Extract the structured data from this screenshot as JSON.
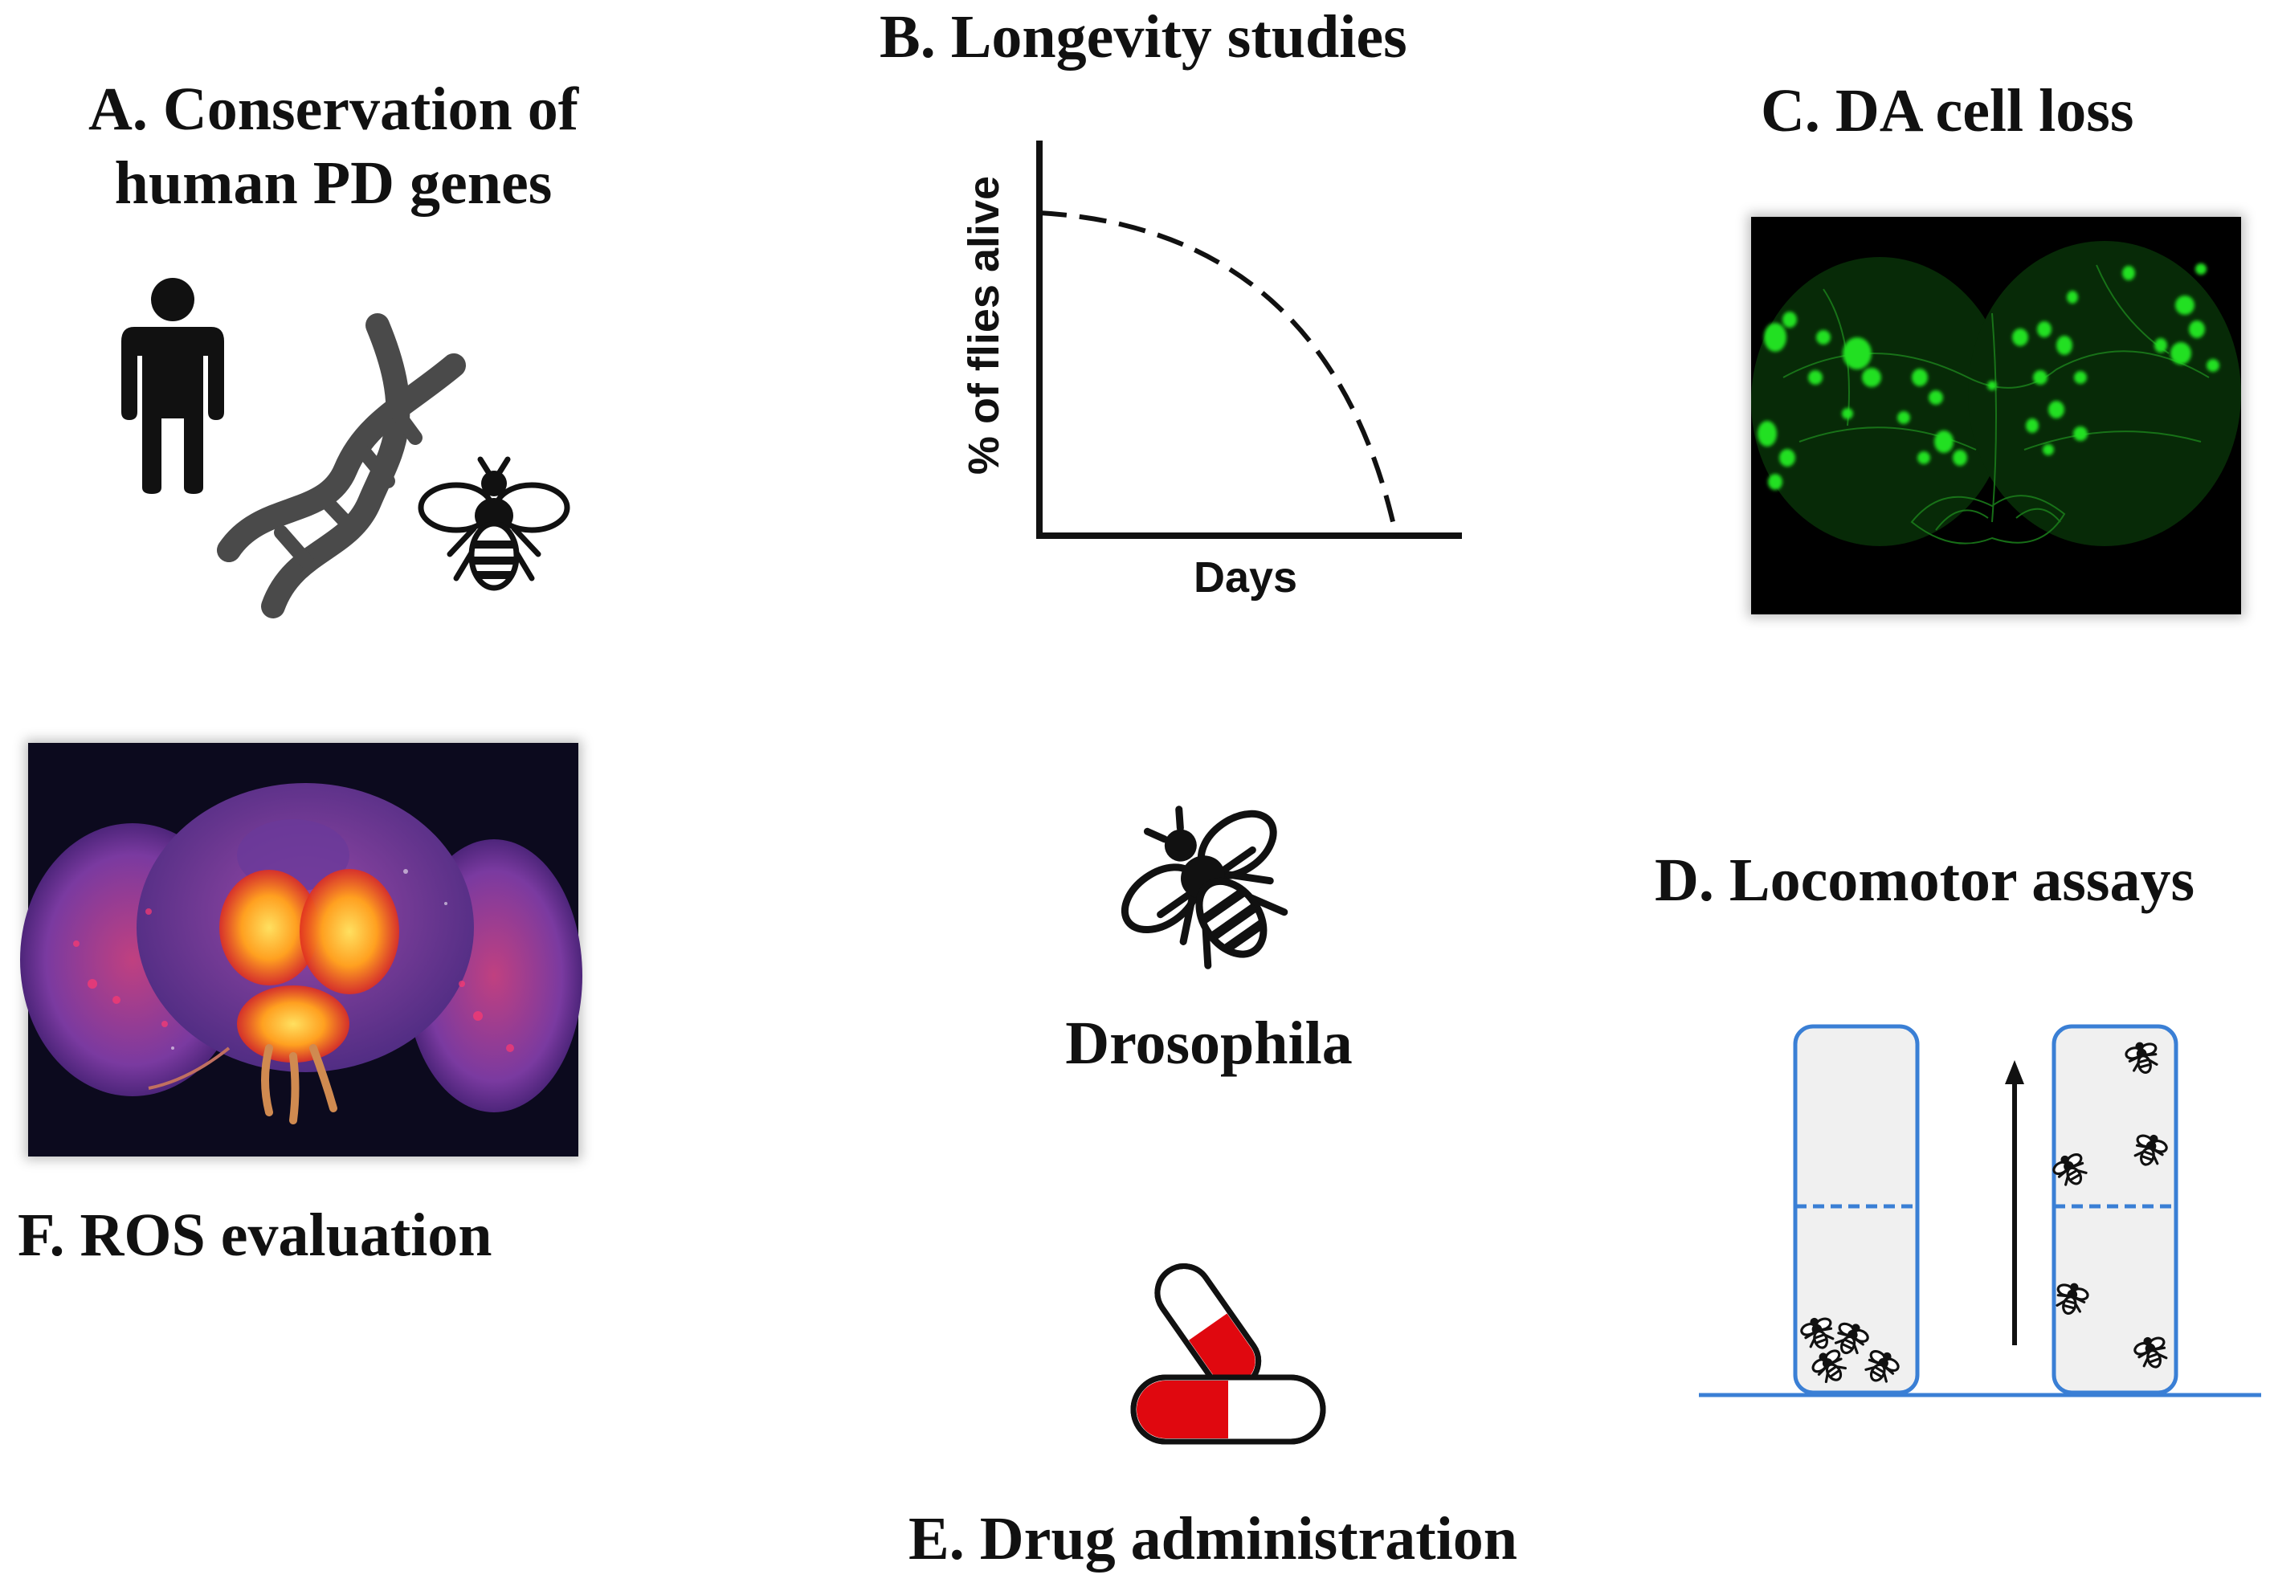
{
  "panels": {
    "a": {
      "title_line1": "A. Conservation of",
      "title_line2": "human PD genes"
    },
    "b": {
      "title": "B. Longevity studies",
      "ylabel": "% of flies alive",
      "xlabel": "Days"
    },
    "c": {
      "title": "C. DA cell loss"
    },
    "d": {
      "title": "D. Locomotor assays"
    },
    "e": {
      "title": "E. Drug administration"
    },
    "f": {
      "title": "F. ROS evaluation"
    }
  },
  "center": {
    "label": "Drosophila"
  },
  "icons": {
    "person": "person-icon",
    "dna": "dna-icon",
    "bee": "bee-icon",
    "fly": "fly-icon",
    "pill": "pill-icon",
    "arrow": "arrow-up-icon"
  },
  "colors": {
    "tube_border": "#3a7fd5",
    "tube_fill": "#f0f0f0",
    "pill_red": "#e0080f",
    "green_fluor": "#1ed81e",
    "ros_hot": "#ffb030"
  }
}
